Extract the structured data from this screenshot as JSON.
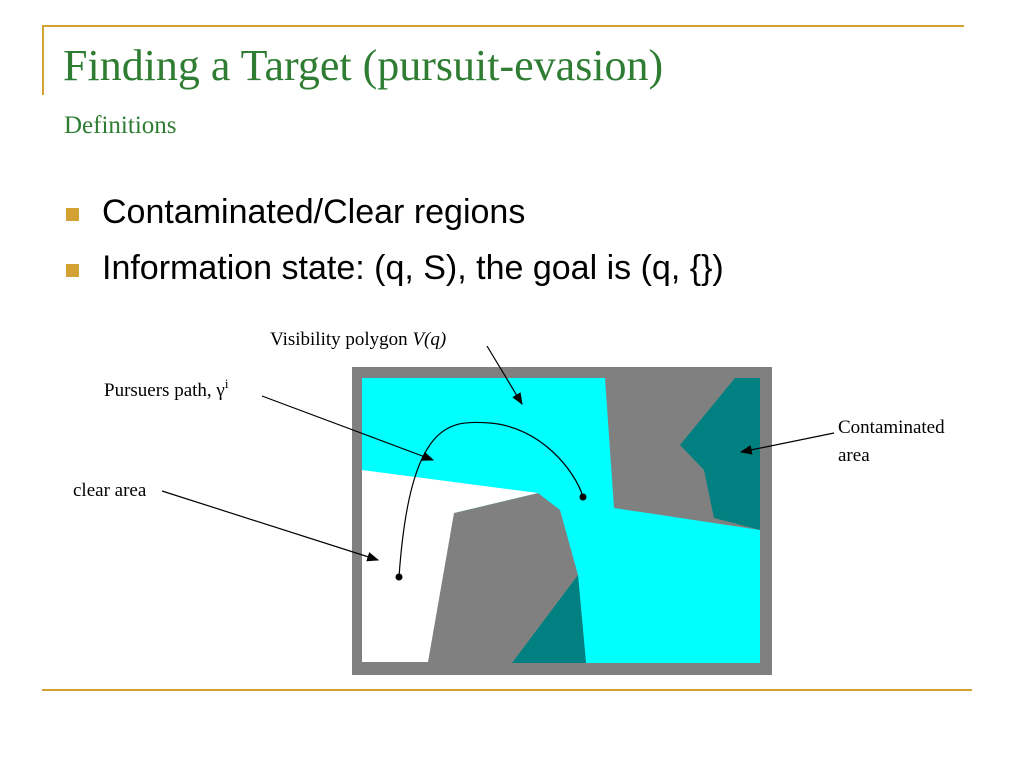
{
  "title": "Finding a Target (pursuit-evasion)",
  "subtitle": "Definitions",
  "bullets": [
    "Contaminated/Clear regions",
    "Information state: (q, S), the goal is (q, {})"
  ],
  "diagram": {
    "labels": {
      "visibility_prefix": "Visibility polygon ",
      "visibility_func": "V(q)",
      "pursuers_path": "Pursuers path, γ",
      "pursuers_sup": "i",
      "clear_area": "clear area",
      "contaminated_1": "Contaminated",
      "contaminated_2": "area"
    },
    "colors": {
      "visible": "#00ffff",
      "contaminated": "#008080",
      "obstacle": "#808080",
      "clear": "#ffffff",
      "accent": "#d4a233",
      "title": "#2e7d32"
    }
  }
}
